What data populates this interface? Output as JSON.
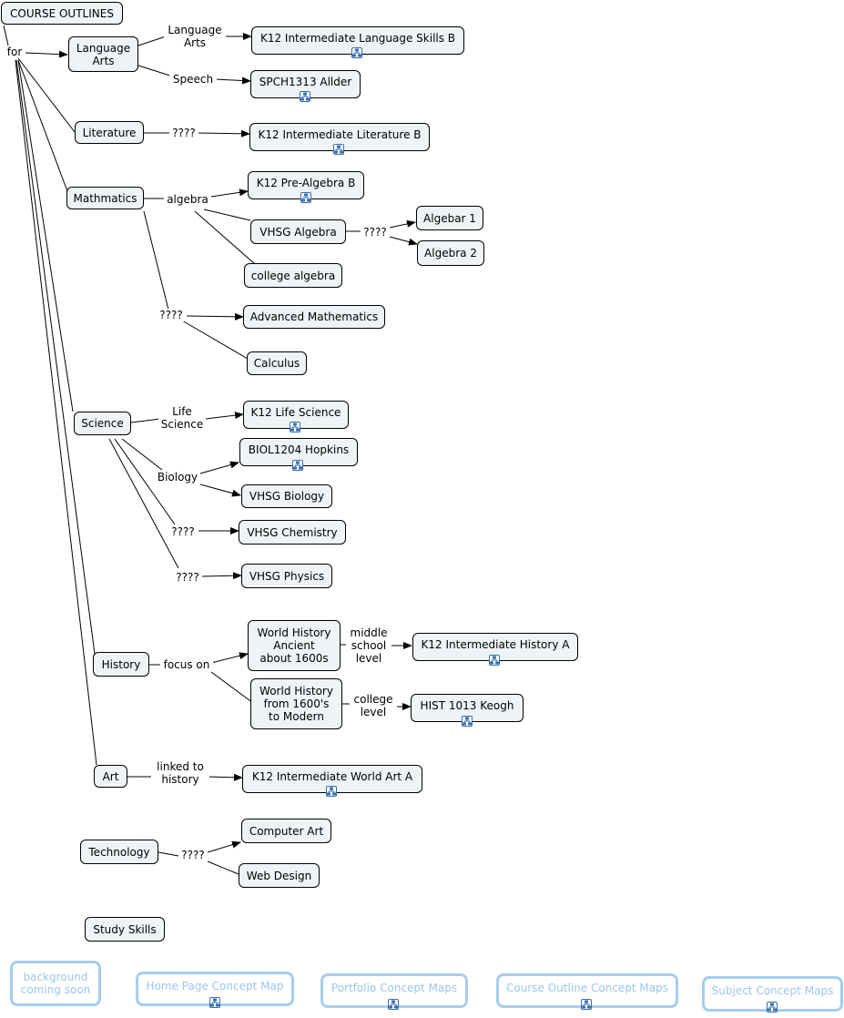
{
  "root": "COURSE OUTLINES",
  "link_for": "for",
  "subjects": {
    "language_arts": "Language\nArts",
    "literature": "Literature",
    "mathmatics": "Mathmatics",
    "science": "Science",
    "history": "History",
    "art": "Art",
    "technology": "Technology",
    "study_skills": "Study Skills"
  },
  "link_labels": {
    "language_arts_sub": "Language\nArts",
    "speech": "Speech",
    "literature_q": "????",
    "algebra": "algebra",
    "algebra_q": "????",
    "math_q": "????",
    "life_science": "Life\nScience",
    "biology": "Biology",
    "chem_q": "????",
    "phys_q": "????",
    "focus_on": "focus on",
    "middle_school": "middle\nschool\nlevel",
    "college_level": "college\nlevel",
    "linked_history": "linked to\nhistory",
    "tech_q": "????"
  },
  "courses": {
    "k12_lang": "K12 Intermediate Language Skills B",
    "spch": "SPCH1313 Allder",
    "k12_lit": "K12 Intermediate Literature B",
    "k12_prealg": "K12 Pre-Algebra B",
    "vhsg_alg": "VHSG Algebra",
    "algebar1": "Algebar 1",
    "algebra2": "Algebra 2",
    "college_alg": "college algebra",
    "adv_math": "Advanced Mathematics",
    "calculus": "Calculus",
    "k12_life": "K12 Life Science",
    "biol": "BIOL1204 Hopkins",
    "vhsg_bio": "VHSG Biology",
    "vhsg_chem": "VHSG Chemistry",
    "vhsg_phys": "VHSG Physics",
    "wh_ancient": "World History\nAncient\nabout 1600s",
    "wh_modern": "World History\nfrom 1600's\nto Modern",
    "k12_hist": "K12 Intermediate History A",
    "hist1013": "HIST 1013 Keogh",
    "k12_art": "K12 Intermediate World Art A",
    "computer_art": "Computer Art",
    "web_design": "Web Design"
  },
  "nav": {
    "background": "background\ncoming soon",
    "home": "Home Page Concept Map",
    "portfolio": "Portfolio Concept Maps",
    "course_outline": "Course Outline Concept Maps",
    "subject": "Subject Concept Maps"
  },
  "icons": {
    "submap": "concept-map-icon"
  },
  "colors": {
    "node_fill": "#eef3f5",
    "nav_border": "#a7cdf0",
    "nav_text": "#9cc6ec",
    "icon_border": "#3a6fb0"
  }
}
